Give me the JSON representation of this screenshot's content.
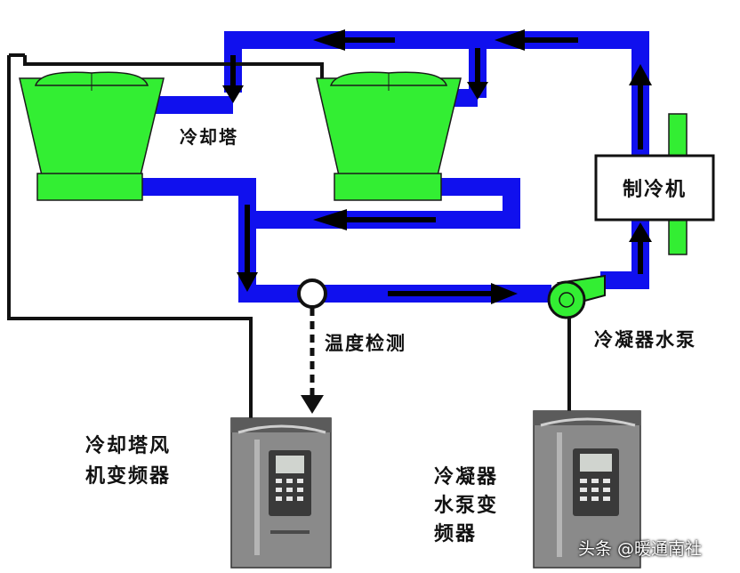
{
  "labels": {
    "cooling_tower": "冷却塔",
    "chiller": "制冷机",
    "temperature_sensor": "温度检测",
    "condenser_pump": "冷凝器水泵",
    "tower_fan_vfd": "冷却塔风\n机变频器",
    "pump_vfd": "冷凝器\n水泵变\n频器"
  },
  "watermark": "头条 @暖通南社",
  "colors": {
    "pipe": "#1010ee",
    "tower_fill": "#33ee33",
    "arrow": "#000000",
    "control_wire": "#000000",
    "vfd_body": "#8a8a8a"
  }
}
